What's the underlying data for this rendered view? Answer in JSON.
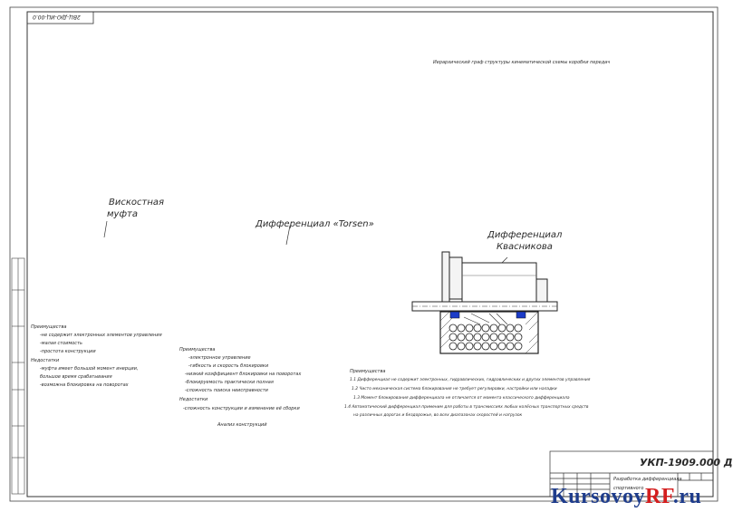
{
  "corner_stamp": "2ВЦ-ДЮ-ИЦ-00.0",
  "top_label": "Иерархический граф структуры кинематической схемы коробки передач",
  "labels": {
    "viscous": [
      "Вискостная",
      "муфта"
    ],
    "torsen": "Дифференциал «Torsen»",
    "kvasnikov": [
      "Дифференциал",
      "Квасникова"
    ]
  },
  "blocks": {
    "viscous": {
      "adv_title": "Преимущества",
      "adv": [
        "-не содержит электронных элементов управления",
        "-малая стоимость",
        "-простота конструкции"
      ],
      "dis_title": "Недостатки",
      "dis": [
        "-муфта имеет большой момент инерции,",
        " большое время срабатывания",
        "-возможна блокировка на поворотах"
      ]
    },
    "torsen": {
      "adv_title": "Преимущества",
      "adv": [
        "-электронное управление",
        "-гибкость и скорость блокировки",
        "-низкий коэффициент блокировки на поворотах",
        "-блокируемость практически полная",
        "-сложность поиска неисправности"
      ],
      "dis_title": "Недостатки",
      "dis": [
        "-сложность конструкции и изменение её сборки"
      ],
      "footer": "Анализ конструкций"
    },
    "kvasnikov": {
      "adv_title": "Преимущества",
      "adv": [
        "1.1 Дифференциал не содержит электронных, гидравлических, гидравлических и других элементов управления",
        "1.2 Чисто механическая система блокирования не требует регулировки, настройки или наладки",
        "1.3 Момент блокирования дифференциала не отличается от момента классического дифференциала",
        "1.4 Автоматический дифференциал применим для работы в трансмиссиях любых колёсных транспортных средств",
        "на различных дорогах и бездорожье, во всех диапазонах скоростей и нагрузок"
      ]
    }
  },
  "title_block": {
    "code": "УКП-1909.000 Д",
    "name": [
      "Разработка дифференциала",
      "спортивного"
    ]
  },
  "watermark": {
    "main": "Kursovoy",
    "accent": "RF",
    "suffix": ".ru"
  },
  "colors": {
    "watermark_blue": "#1e3c8c",
    "watermark_red": "#d41e1e",
    "accent_blue": "#1c3cc8"
  }
}
